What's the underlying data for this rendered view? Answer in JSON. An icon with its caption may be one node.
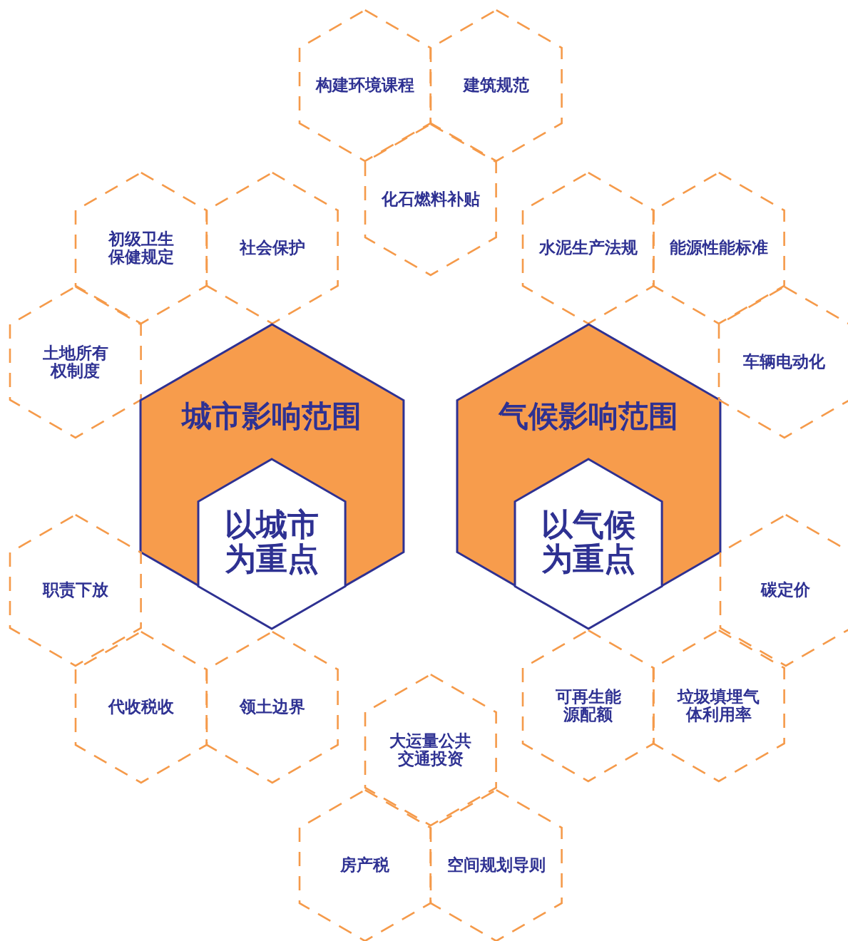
{
  "diagram": {
    "nodes": [
      {
        "text": [
          "构建环境课程"
        ]
      },
      {
        "text": [
          "建筑规范"
        ]
      },
      {
        "text": [
          "化石燃料补贴"
        ]
      },
      {
        "text": [
          "初级卫生保健规定"
        ]
      },
      {
        "text": [
          "社会保护"
        ]
      },
      {
        "text": [
          "水泥生产法规"
        ]
      },
      {
        "text": [
          "能源性能标准"
        ]
      },
      {
        "text": [
          "土地所有权制度"
        ]
      },
      {
        "text": [
          "城市影响范围"
        ]
      },
      {
        "text": [
          "以城市为重点"
        ],
        "in": 8
      },
      {
        "text": [
          "气候影响范围"
        ]
      },
      {
        "text": [
          "以气候为重点"
        ],
        "in": 10
      },
      {
        "text": [
          "车辆电动化"
        ]
      },
      {
        "text": [
          "职责下放"
        ]
      },
      {
        "text": [
          "碳定价"
        ]
      },
      {
        "text": [
          "代收税收"
        ]
      },
      {
        "text": [
          "领土边界"
        ]
      },
      {
        "text": [
          "可再生能源配额"
        ]
      },
      {
        "text": [
          "垃圾填埋气体利用率"
        ]
      },
      {
        "text": [
          "大运量公共交通投资"
        ]
      },
      {
        "text": [
          "房产税"
        ]
      },
      {
        "text": [
          "空间规划导则"
        ]
      }
    ]
  }
}
